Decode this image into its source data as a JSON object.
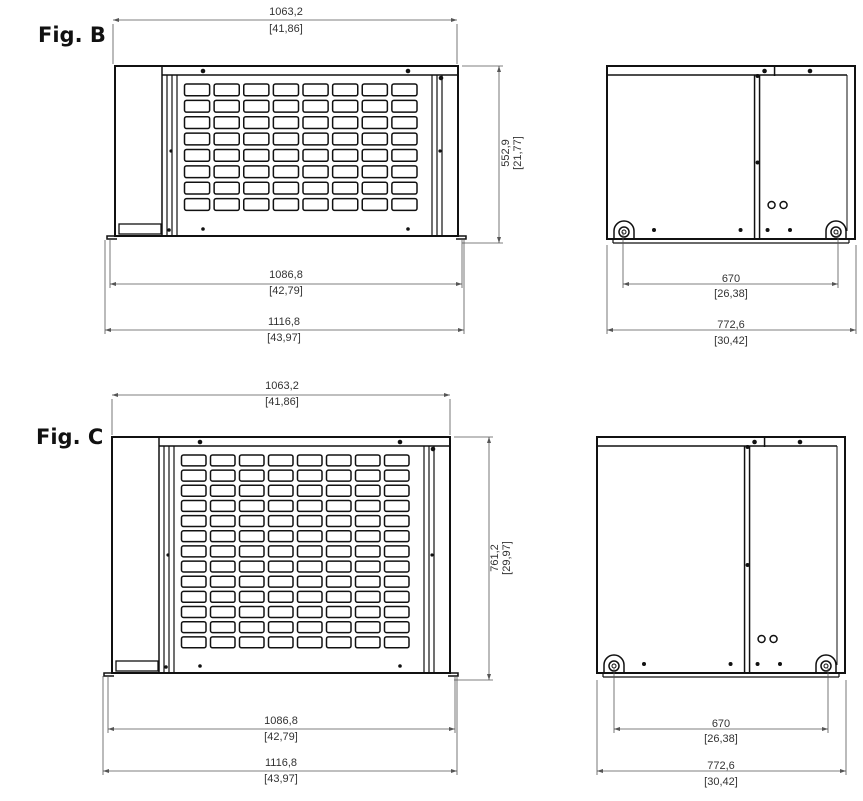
{
  "figures": [
    {
      "label": "Fig. B",
      "front_view": {
        "width_top": {
          "mm": "1063,2",
          "in": "[41,86]"
        },
        "height": {
          "mm": "552,9",
          "in": "[21,77]"
        },
        "foot_spacing": {
          "mm": "1086,8",
          "in": "[42,79]"
        },
        "overall_width": {
          "mm": "1116,8",
          "in": "[43,97]"
        },
        "grille_rows": 8,
        "grille_cols": 8
      },
      "side_view": {
        "foot_spacing": {
          "mm": "670",
          "in": "[26,38]"
        },
        "overall_depth": {
          "mm": "772,6",
          "in": "[30,42]"
        }
      }
    },
    {
      "label": "Fig. C",
      "front_view": {
        "width_top": {
          "mm": "1063,2",
          "in": "[41,86]"
        },
        "height": {
          "mm": "761,2",
          "in": "[29,97]"
        },
        "foot_spacing": {
          "mm": "1086,8",
          "in": "[42,79]"
        },
        "overall_width": {
          "mm": "1116,8",
          "in": "[43,97]"
        },
        "grille_rows": 13,
        "grille_cols": 8
      },
      "side_view": {
        "foot_spacing": {
          "mm": "670",
          "in": "[26,38]"
        },
        "overall_depth": {
          "mm": "772,6",
          "in": "[30,42]"
        }
      }
    }
  ]
}
